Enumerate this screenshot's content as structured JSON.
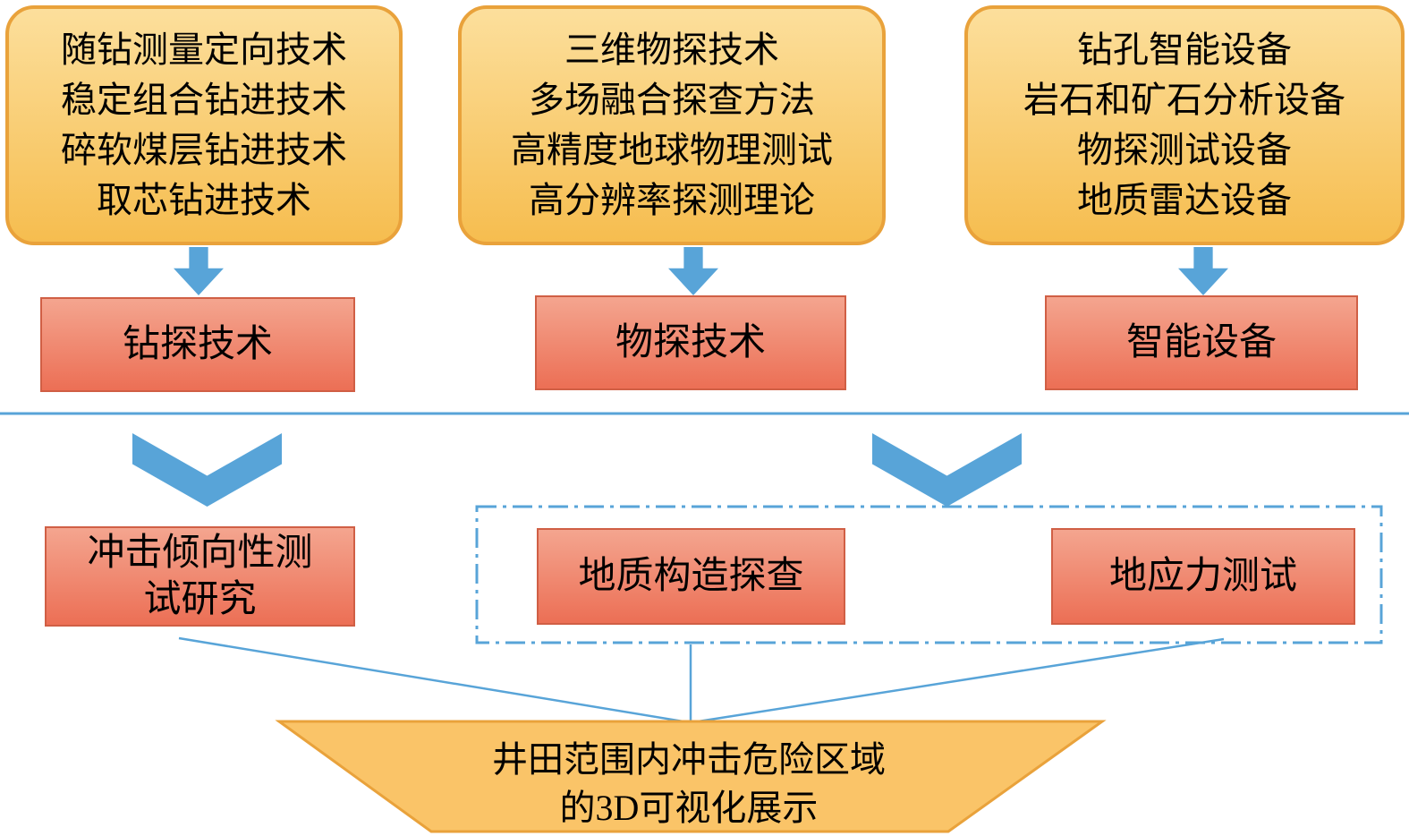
{
  "colors": {
    "orange_fill_top": "#FCDF9C",
    "orange_fill_bottom": "#F6BD4F",
    "orange_border": "#E9A23B",
    "red_fill_top": "#F4A58F",
    "red_fill_bottom": "#EC6F55",
    "red_border": "#D05F45",
    "blue": "#58A4D8",
    "trapezoid_fill": "#FAC468"
  },
  "top_boxes": [
    {
      "lines": [
        "随钻测量定向技术",
        "稳定组合钻进技术",
        "碎软煤层钻进技术",
        "取芯钻进技术"
      ]
    },
    {
      "lines": [
        "三维物探技术",
        "多场融合探查方法",
        "高精度地球物理测试",
        "高分辨率探测理论"
      ]
    },
    {
      "lines": [
        "钻孔智能设备",
        "岩石和矿石分析设备",
        "物探测试设备",
        "地质雷达设备"
      ]
    }
  ],
  "category_boxes": [
    {
      "label": "钻探技术"
    },
    {
      "label": "物探技术"
    },
    {
      "label": "智能设备"
    }
  ],
  "result_boxes": {
    "impact_tendency": {
      "lines": [
        "冲击倾向性测",
        "试研究"
      ]
    },
    "geo_structure": {
      "label": "地质构造探查"
    },
    "ground_stress": {
      "label": "地应力测试"
    }
  },
  "output": {
    "lines": [
      "井田范围内冲击危险区域",
      "的3D可视化展示"
    ]
  }
}
